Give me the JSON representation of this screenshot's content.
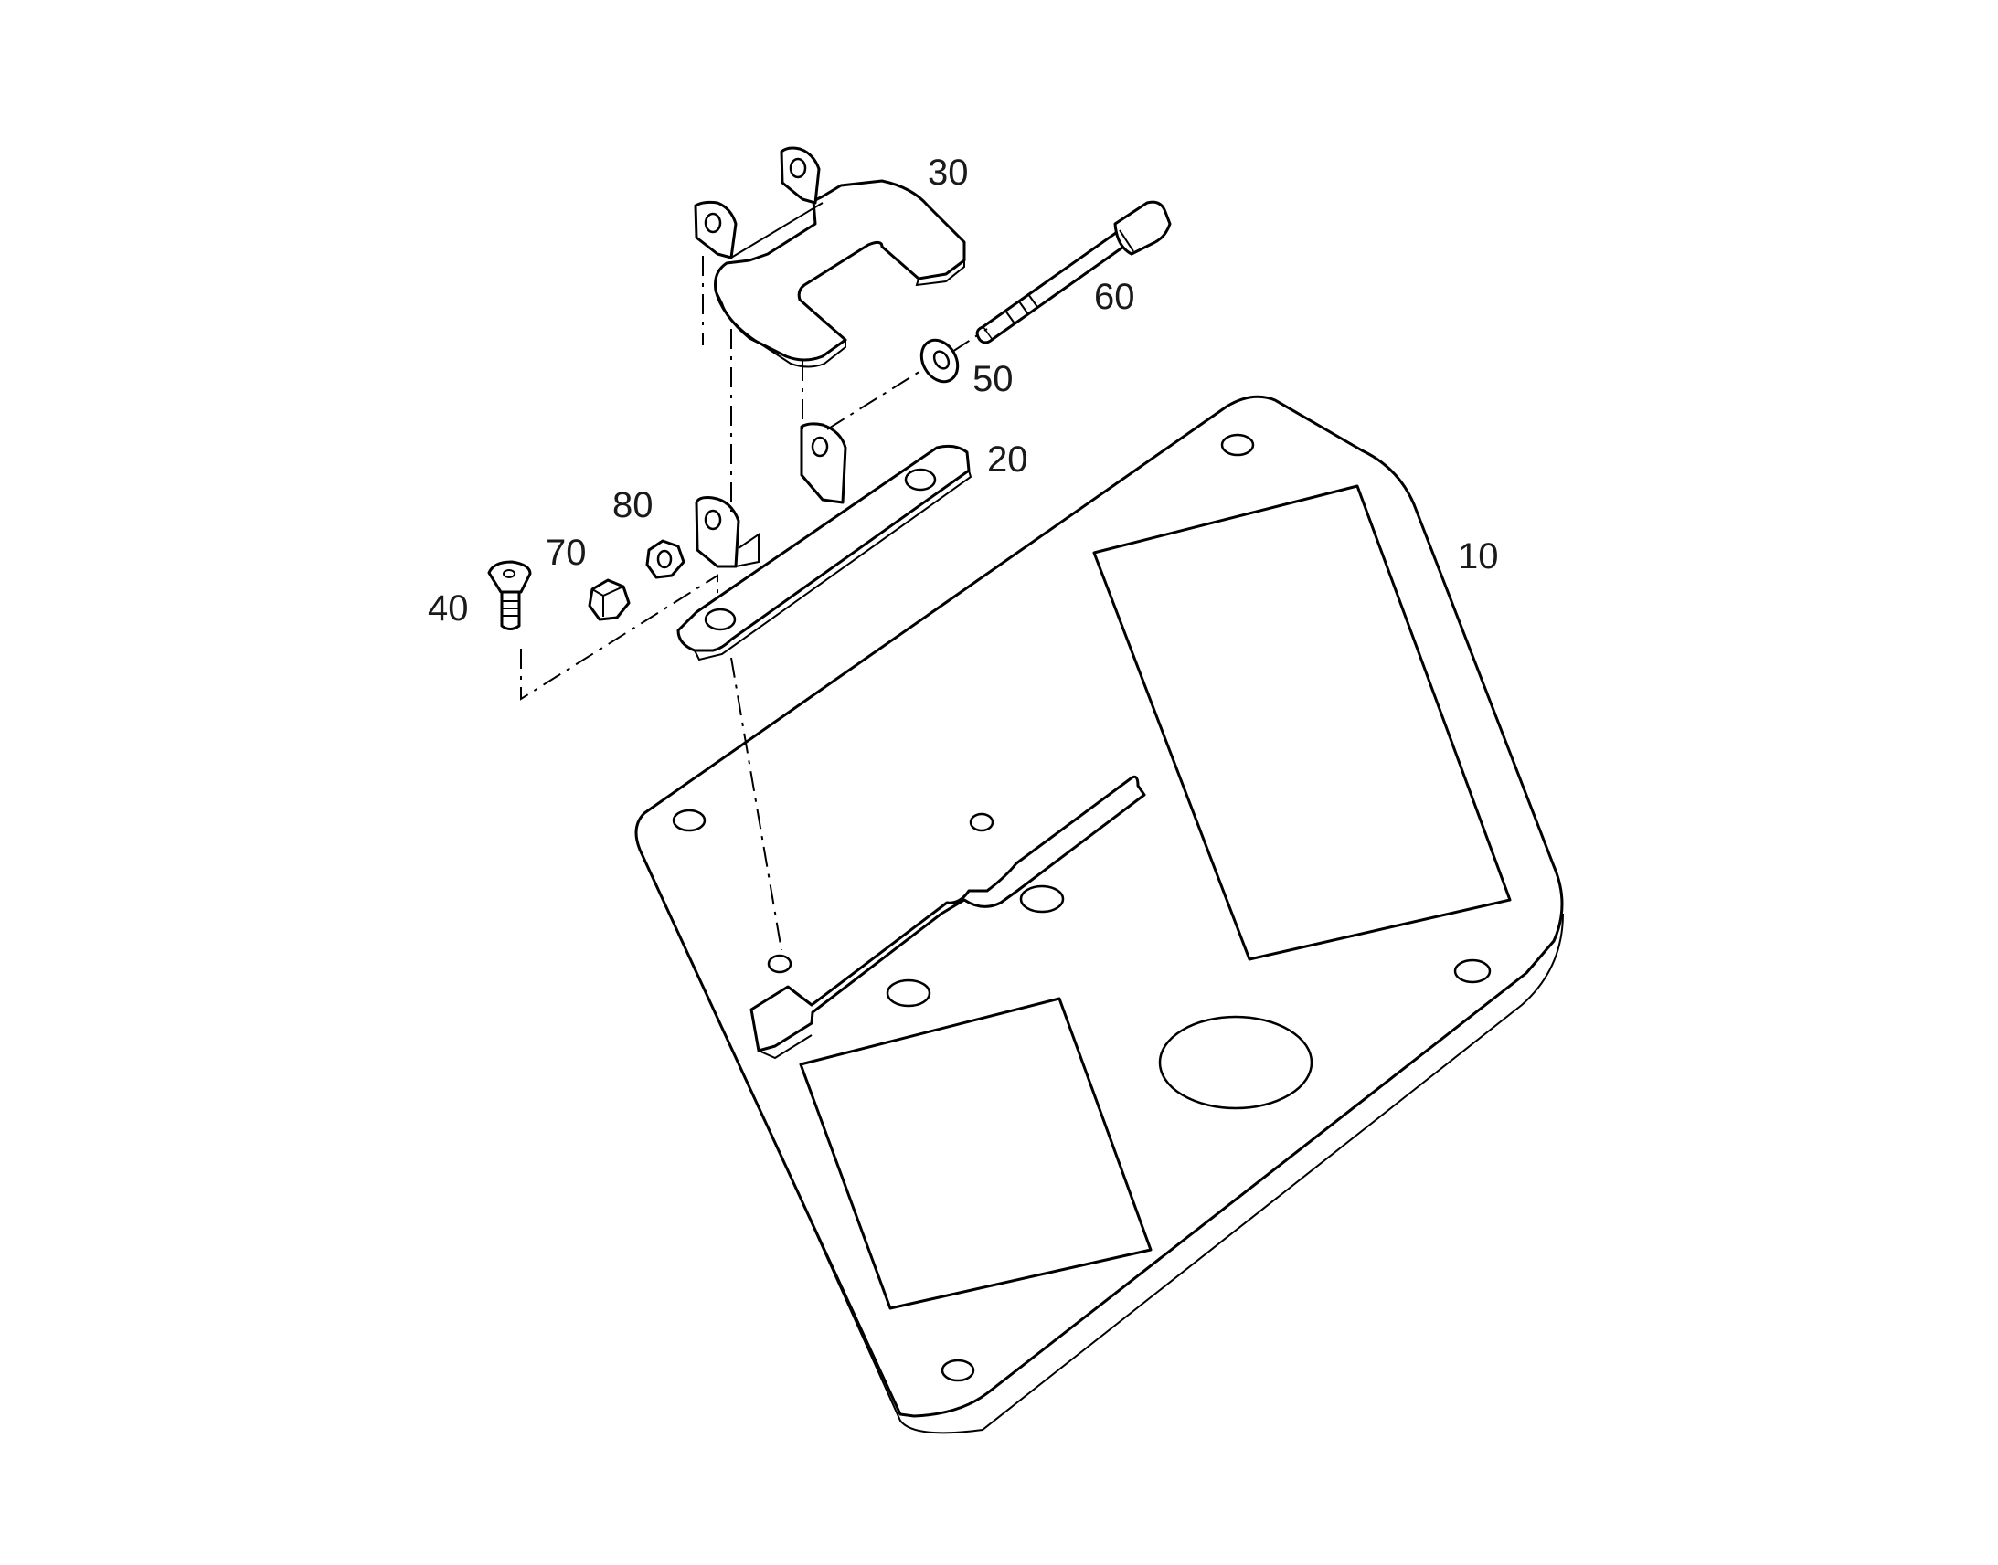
{
  "diagram": {
    "callouts": [
      {
        "id": "10",
        "label": "10"
      },
      {
        "id": "20",
        "label": "20"
      },
      {
        "id": "30",
        "label": "30"
      },
      {
        "id": "40",
        "label": "40"
      },
      {
        "id": "50",
        "label": "50"
      },
      {
        "id": "60",
        "label": "60"
      },
      {
        "id": "70",
        "label": "70"
      },
      {
        "id": "80",
        "label": "80"
      }
    ]
  }
}
